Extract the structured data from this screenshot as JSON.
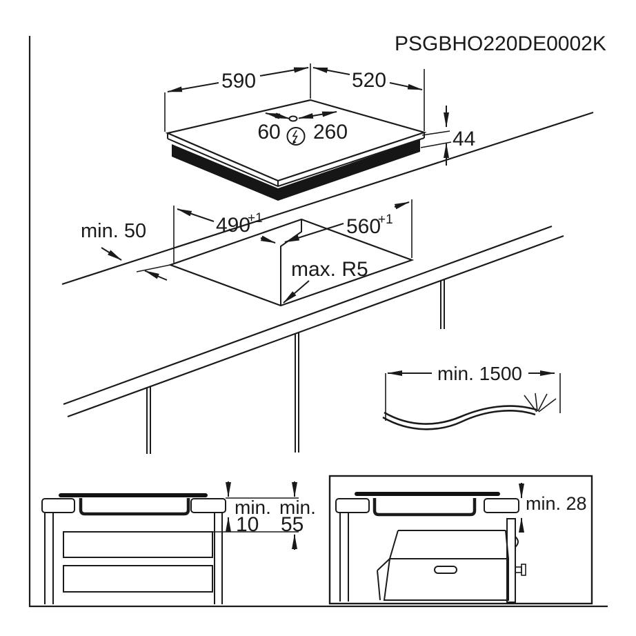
{
  "title": "PSGBHO220DE0002K",
  "colors": {
    "line": "#1a1a1a",
    "background": "#ffffff"
  },
  "hob_top_view": {
    "width_label": "590",
    "depth_label": "520",
    "cable_offset_left": "60",
    "cable_offset_right": "260",
    "height_label": "44",
    "power_symbol_icon": "lightning-bolt-circle"
  },
  "cutout_view": {
    "front_clearance_label": "min. 50",
    "cutout_depth": "490",
    "cutout_depth_tolerance": "+1",
    "cutout_width": "560",
    "cutout_width_tolerance": "+1",
    "corner_radius_label": "max. R5"
  },
  "cable_view": {
    "cable_length_label": "min. 1500"
  },
  "drawer_section_view": {
    "gap1_prefix": "min.",
    "gap1_value": "10",
    "gap2_prefix": "min.",
    "gap2_value": "55"
  },
  "oven_section_view": {
    "clearance_label": "min. 28"
  }
}
